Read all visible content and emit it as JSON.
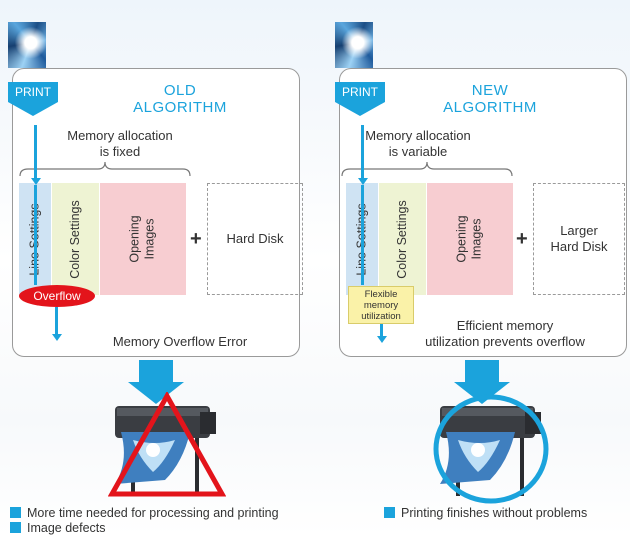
{
  "old": {
    "print_label": "PRINT",
    "algorithm_title_line1": "OLD",
    "algorithm_title_line2": "ALGORITHM",
    "memory_caption_line1": "Memory allocation",
    "memory_caption_line2": "is fixed",
    "columns": [
      "Line Settings",
      "Color Settings",
      "Opening",
      "Images"
    ],
    "disk_label": "Hard Disk",
    "overflow_label": "Overflow",
    "error_caption": "Memory Overflow Error",
    "results": [
      "More time needed for processing and printing",
      "Image defects"
    ],
    "result_marker": "triangle"
  },
  "new": {
    "print_label": "PRINT",
    "algorithm_title_line1": "NEW",
    "algorithm_title_line2": "ALGORITHM",
    "memory_caption_line1": "Memory allocation",
    "memory_caption_line2": "is variable",
    "columns": [
      "Line Settings",
      "Color Settings",
      "Opening",
      "Images"
    ],
    "disk_label_line1": "Larger",
    "disk_label_line2": "Hard Disk",
    "flex_note_lines": [
      "Flexible",
      "memory",
      "utilization"
    ],
    "efficient_caption_line1": "Efficient memory",
    "efficient_caption_line2": "utilization prevents overflow",
    "results": [
      "Printing finishes without problems"
    ],
    "result_marker": "circle"
  },
  "colors": {
    "accent": "#1ba3dc",
    "line_settings": "#cfe3f3",
    "color_settings": "#eef3d3",
    "opening_images": "#f7cdd1",
    "overflow": "#e3141b",
    "triangle": "#e3141b",
    "circle": "#1ba3dc",
    "flex_note": "#faf2a8"
  }
}
